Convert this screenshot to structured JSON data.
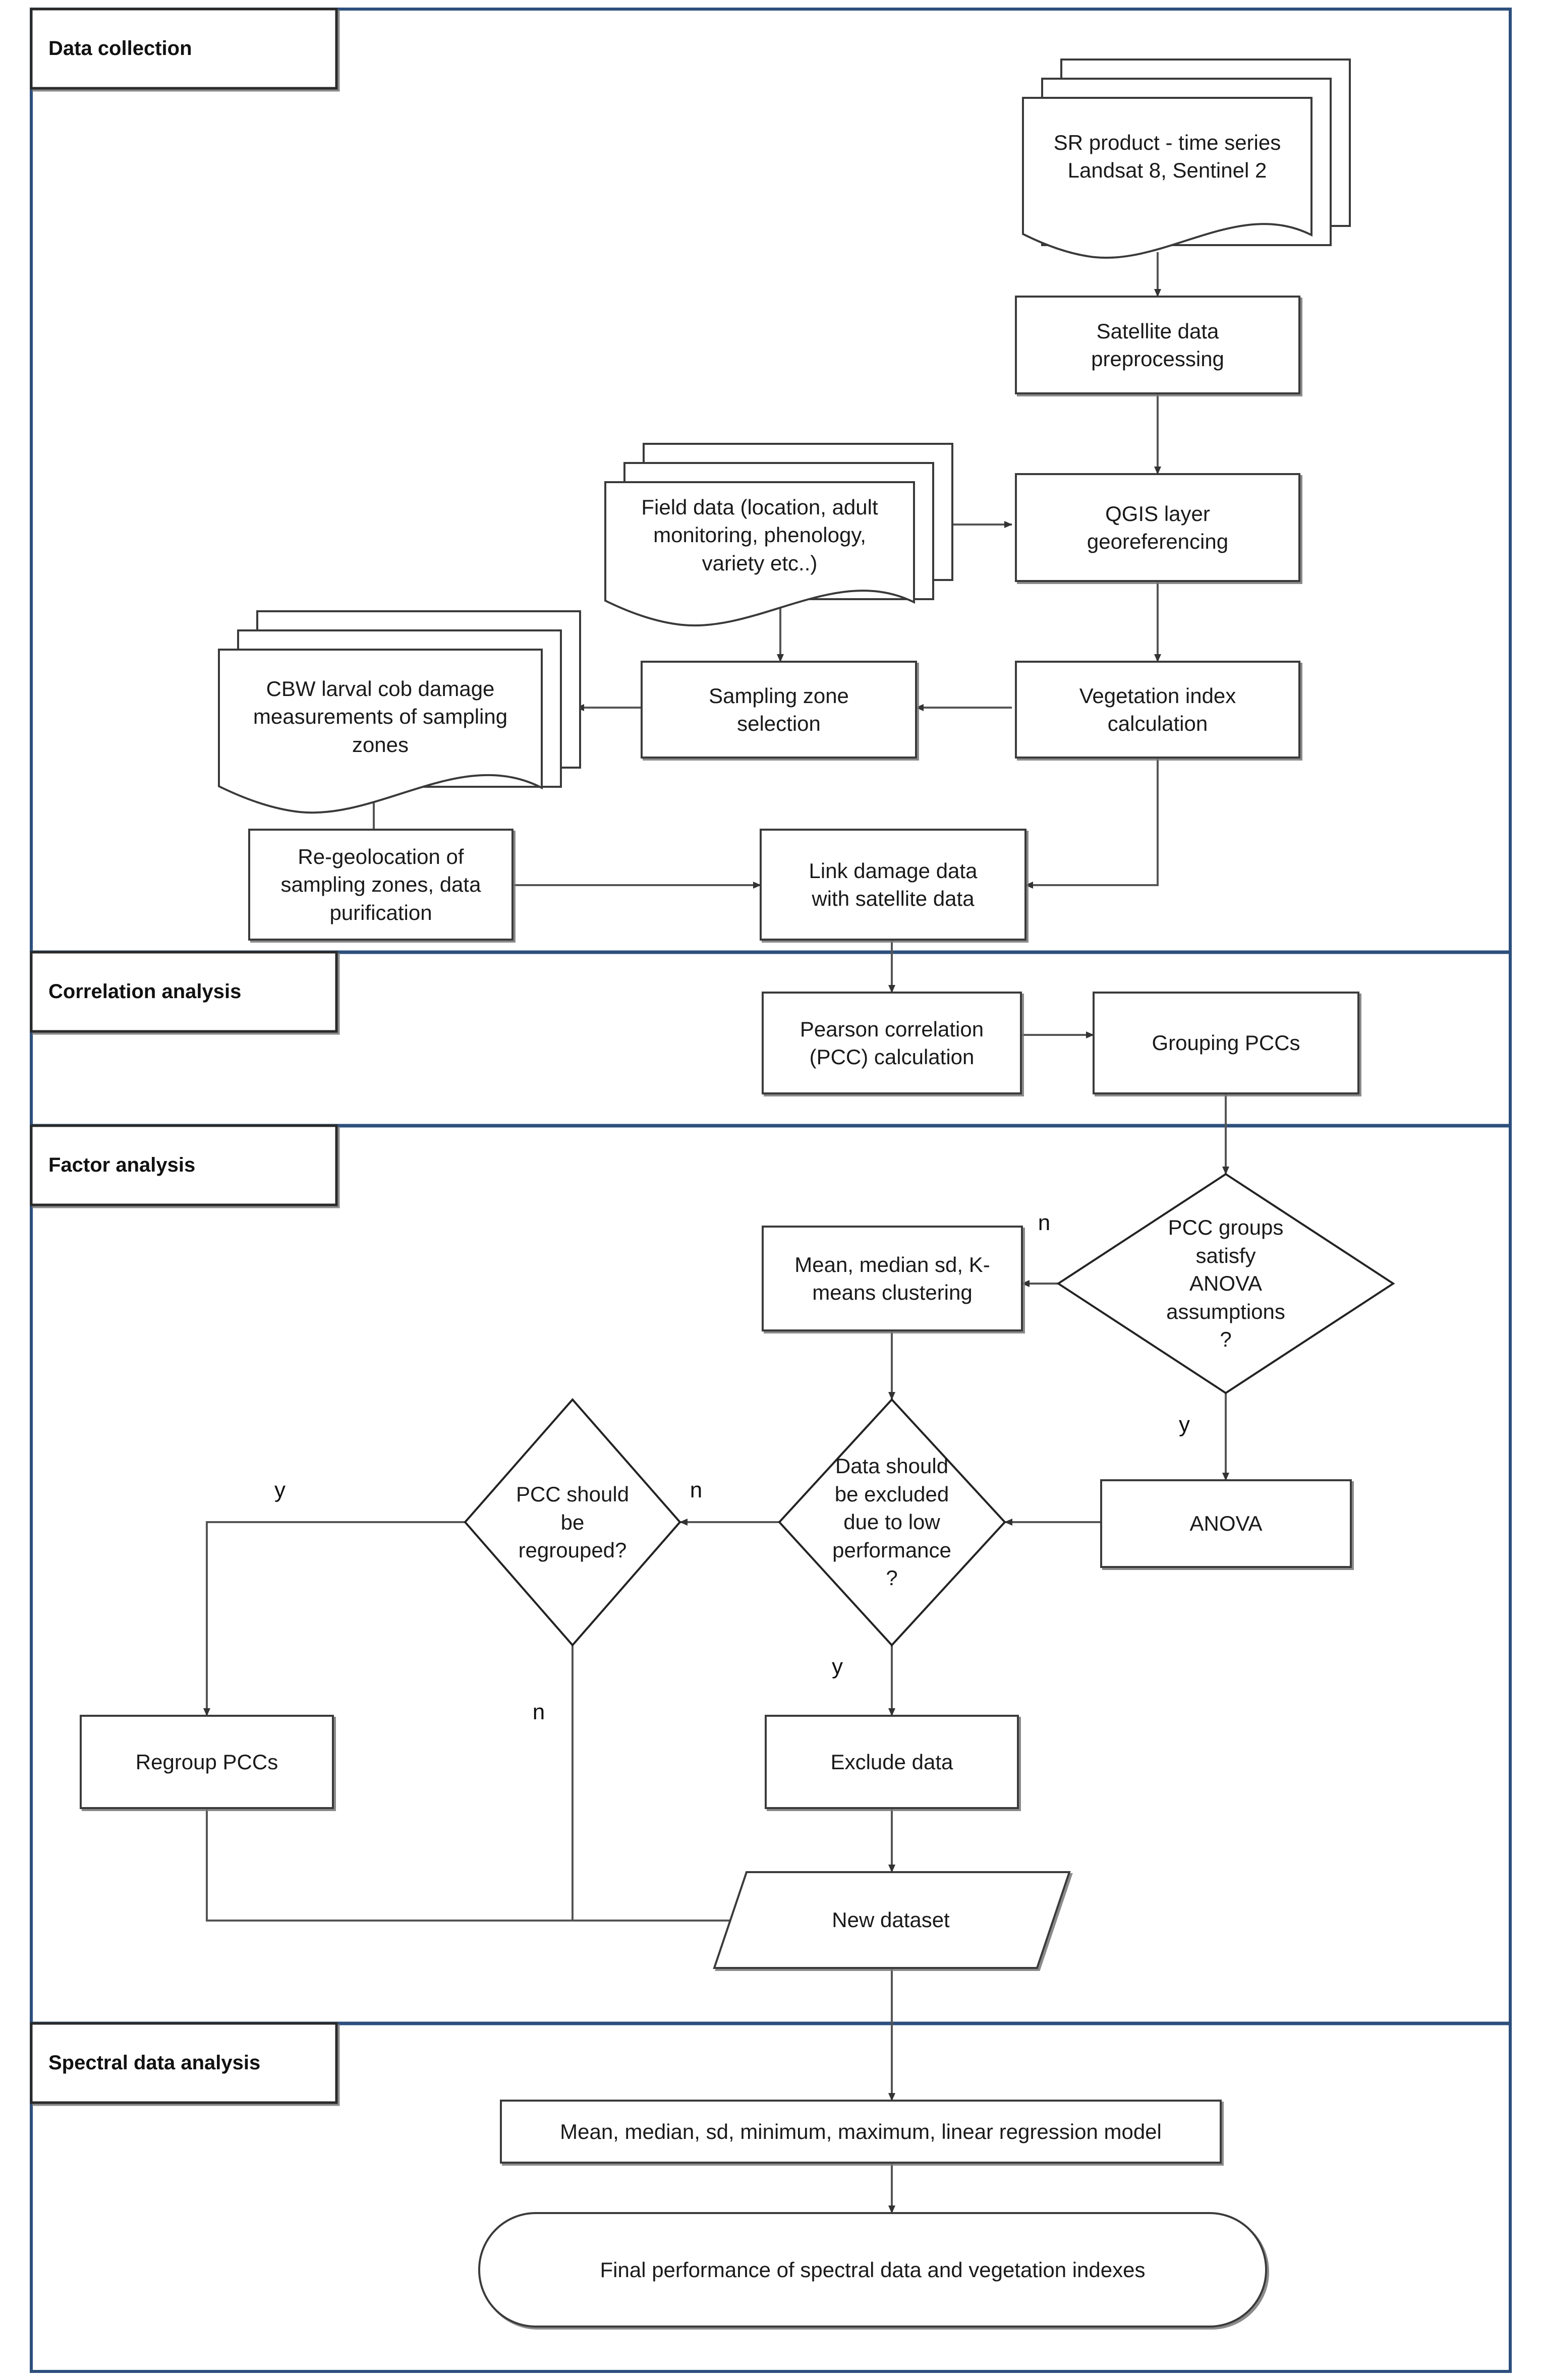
{
  "diagram": {
    "title": "Research methodology flowchart",
    "frame_color": "#2d4f7c",
    "shape_stroke": "#3a3a3a",
    "shape_fill": "#ffffff",
    "connector_color": "#555555"
  },
  "sections": [
    {
      "id": "data-collection",
      "label": "Data collection"
    },
    {
      "id": "correlation-analysis",
      "label": "Correlation analysis"
    },
    {
      "id": "factor-analysis",
      "label": "Factor analysis"
    },
    {
      "id": "spectral-data-analysis",
      "label": "Spectral data analysis"
    }
  ],
  "nodes": {
    "sr_product": {
      "label": "SR product - time series\nLandsat 8, Sentinel 2",
      "shape": "multi-document"
    },
    "satellite_preprocessing": {
      "label": "Satellite data\npreprocessing",
      "shape": "process"
    },
    "field_data": {
      "label": "Field data (location, adult\nmonitoring, phenology,\nvariety etc..)",
      "shape": "multi-document"
    },
    "qgis_georeferencing": {
      "label": "QGIS layer\ngeoreferencing",
      "shape": "process"
    },
    "cbw_damage": {
      "label": "CBW larval cob damage\nmeasurements of sampling\nzones",
      "shape": "multi-document"
    },
    "sampling_zone_selection": {
      "label": "Sampling zone\nselection",
      "shape": "process"
    },
    "vegetation_index": {
      "label": "Vegetation index\ncalculation",
      "shape": "process"
    },
    "regeolocation": {
      "label": "Re-geolocation of\nsampling zones, data\npurification",
      "shape": "process"
    },
    "link_damage": {
      "label": "Link damage data\nwith satellite data",
      "shape": "process"
    },
    "pearson_correlation": {
      "label": "Pearson correlation\n(PCC) calculation",
      "shape": "process"
    },
    "grouping_pccs": {
      "label": "Grouping PCCs",
      "shape": "process"
    },
    "anova_assumptions": {
      "label": "PCC groups\nsatisfy\nANOVA\nassumptions\n?",
      "shape": "decision"
    },
    "mean_median_kmeans": {
      "label": "Mean, median sd, K-\nmeans clustering",
      "shape": "process"
    },
    "anova": {
      "label": "ANOVA",
      "shape": "process"
    },
    "exclude_decision": {
      "label": "Data should\nbe excluded\ndue to low\nperformance\n?",
      "shape": "decision"
    },
    "regroup_decision": {
      "label": "PCC should\nbe\nregrouped?",
      "shape": "decision"
    },
    "regroup_pccs": {
      "label": "Regroup PCCs",
      "shape": "process"
    },
    "exclude_data": {
      "label": "Exclude data",
      "shape": "process"
    },
    "new_dataset": {
      "label": "New dataset",
      "shape": "data-parallelogram"
    },
    "stats_regression": {
      "label": "Mean, median, sd, minimum, maximum, linear regression model",
      "shape": "process"
    },
    "final_performance": {
      "label": "Final performance of spectral data and vegetation indexes",
      "shape": "terminator"
    }
  },
  "edge_labels": {
    "anova_no": "n",
    "anova_yes": "y",
    "exclude_no": "n",
    "exclude_yes": "y",
    "regroup_yes": "y",
    "regroup_no": "n"
  }
}
